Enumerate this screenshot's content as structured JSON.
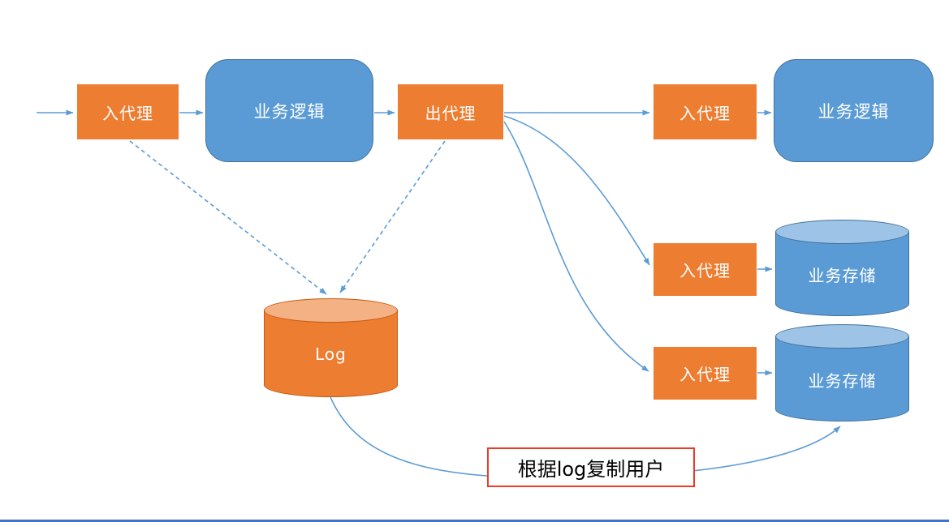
{
  "diagram": {
    "nodes": {
      "in_proxy_left": {
        "label": "入代理"
      },
      "biz_logic_left": {
        "label": "业务逻辑"
      },
      "out_proxy": {
        "label": "出代理"
      },
      "in_proxy_top": {
        "label": "入代理"
      },
      "biz_logic_right": {
        "label": "业务逻辑"
      },
      "in_proxy_mid": {
        "label": "入代理"
      },
      "biz_storage_top": {
        "label": "业务存储"
      },
      "in_proxy_bottom": {
        "label": "入代理"
      },
      "biz_storage_bottom": {
        "label": "业务存储"
      },
      "log": {
        "label": "Log"
      }
    },
    "annotation": {
      "label": "根据log复制用户"
    },
    "colors": {
      "orange_fill": "#ED7D31",
      "orange_border": "#C55A11",
      "orange_top": "#F4B183",
      "blue_fill": "#5B9BD5",
      "blue_border": "#41719C",
      "blue_top": "#9DC3E6",
      "arrow": "#5B9BD5",
      "annotation_border": "#EE3B28",
      "bottom_line": "#4472C4"
    }
  }
}
